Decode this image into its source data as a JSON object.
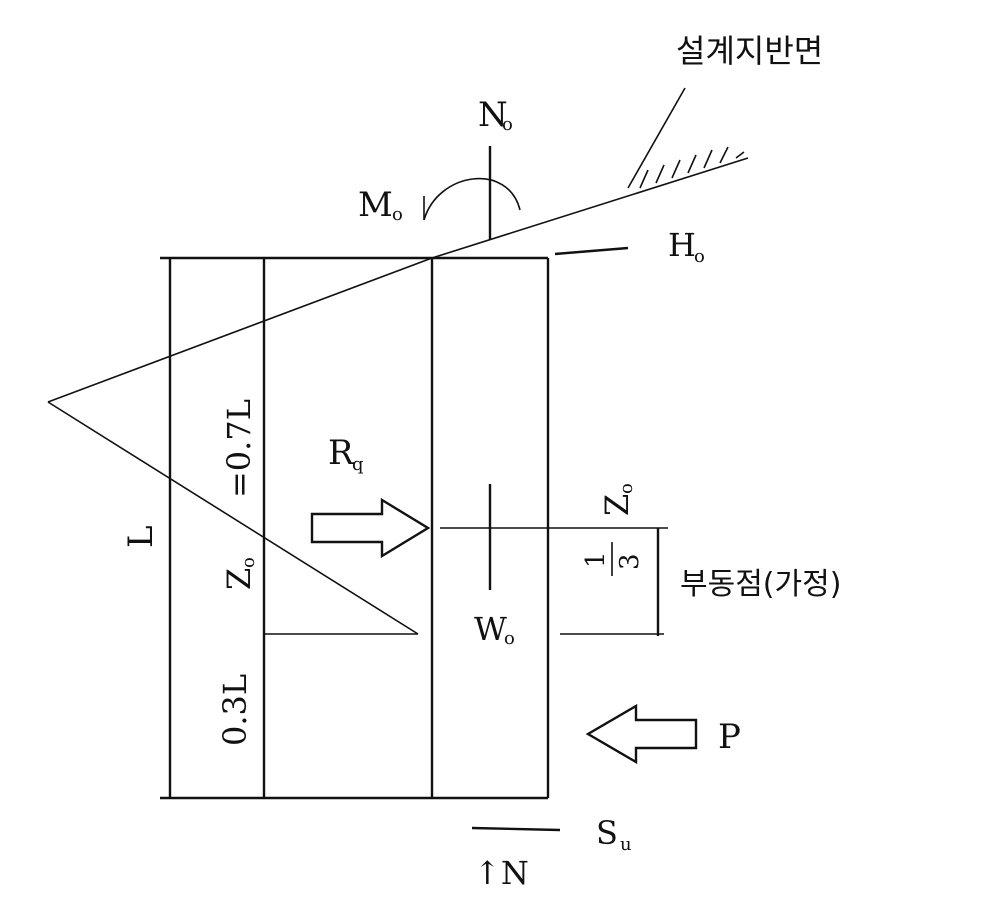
{
  "labels": {
    "ground_surface": "설계지반면",
    "axial_load_main": "N",
    "axial_load_sub": "o",
    "moment_main": "M",
    "moment_sub": "o",
    "horizontal_main": "H",
    "horizontal_sub": "o",
    "resistance_main": "R",
    "resistance_sub": "q",
    "z_upper_main": "Z",
    "z_upper_sub": "o",
    "fraction_num": "1",
    "fraction_den": "3",
    "fixed_point": "부동점(가정)",
    "weight_main": "W",
    "weight_sub": "o",
    "force_p": "P",
    "shear_main": "S",
    "shear_sub": "u",
    "bottom_n": "↑N",
    "length_l": "L",
    "z_left_main": "Z",
    "z_left_sub": "o",
    "z_left_eq": "=0.7L",
    "lower_part": "0.3L"
  }
}
